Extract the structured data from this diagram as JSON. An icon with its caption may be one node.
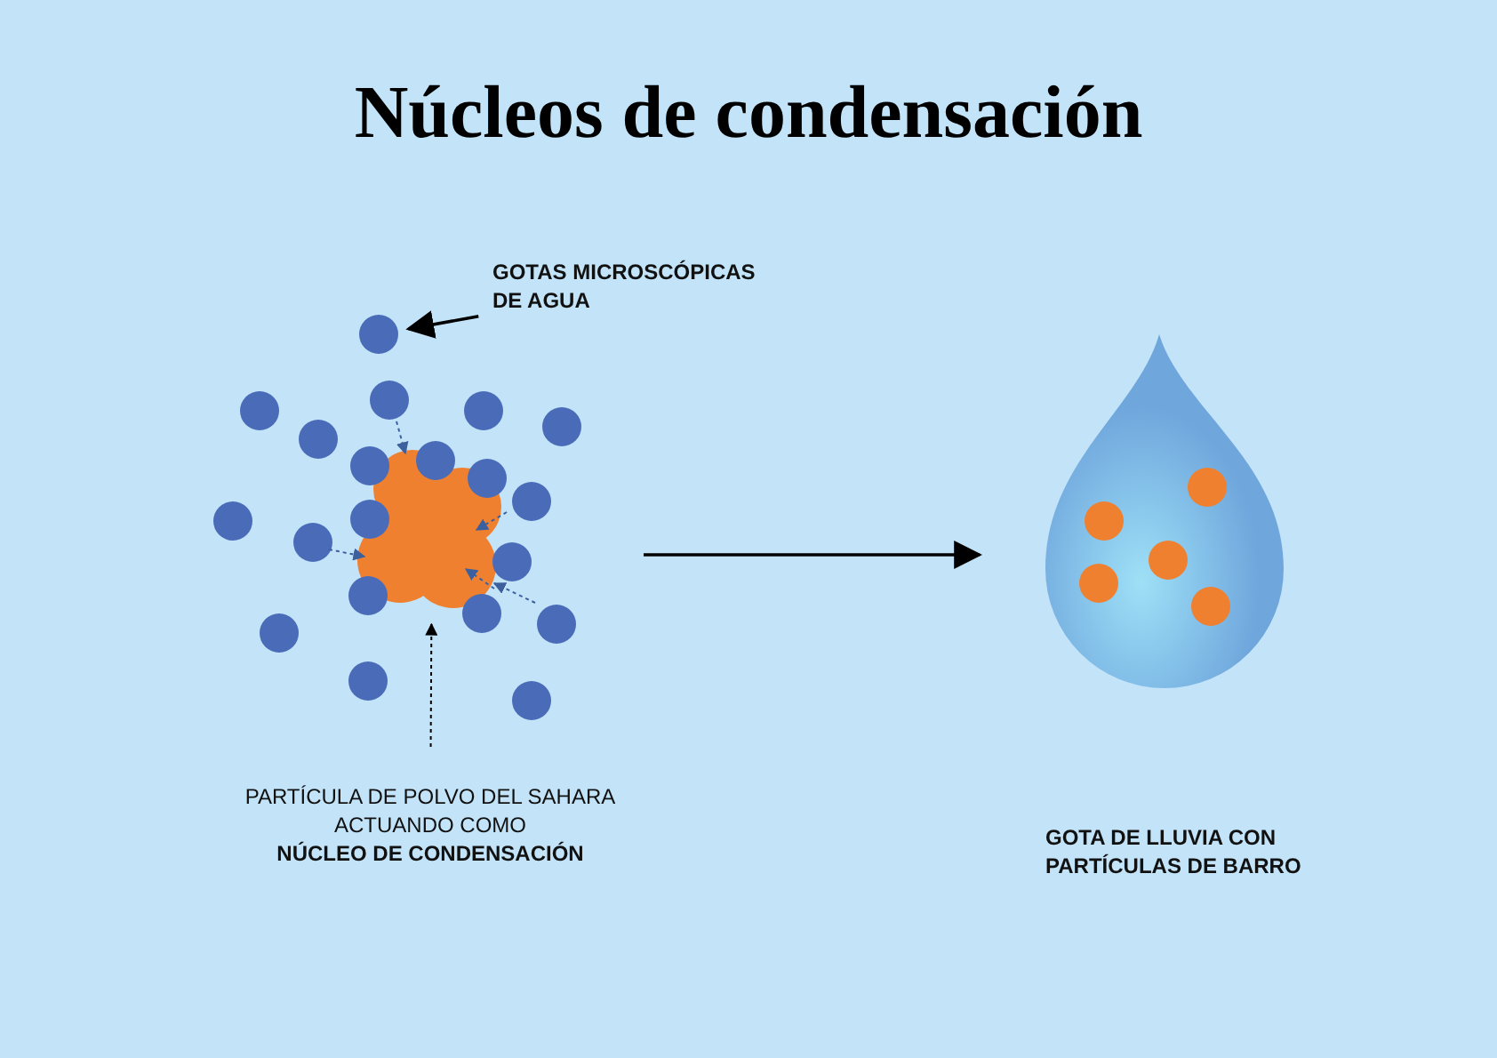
{
  "diagram": {
    "title": "Núcleos de condensación",
    "nodes": [
      {
        "text": [
          "GOTAS MICROSCÓPICAS DE AGUA"
        ]
      },
      {
        "text": [],
        "shape": "circle"
      },
      {
        "text": [
          "PARTÍCULA DE POLVO DEL SAHARA ACTUANDO COMO **NÚCLEO DE CONDENSACIÓN**"
        ]
      },
      {
        "text": [],
        "shape": "picture"
      },
      {
        "text": [],
        "shape": "picture"
      }
    ],
    "labels": [
      "GOTA DE LLUVIA CON PARTÍCULAS DE BARRO"
    ],
    "edges": [
      {
        "from": 0,
        "to": 1,
        "arrow": "to"
      },
      {
        "from": 2,
        "to": 3,
        "arrow": "to",
        "style": "dashed"
      },
      {
        "from": 3,
        "to": 4,
        "arrow": "to"
      }
    ]
  }
}
